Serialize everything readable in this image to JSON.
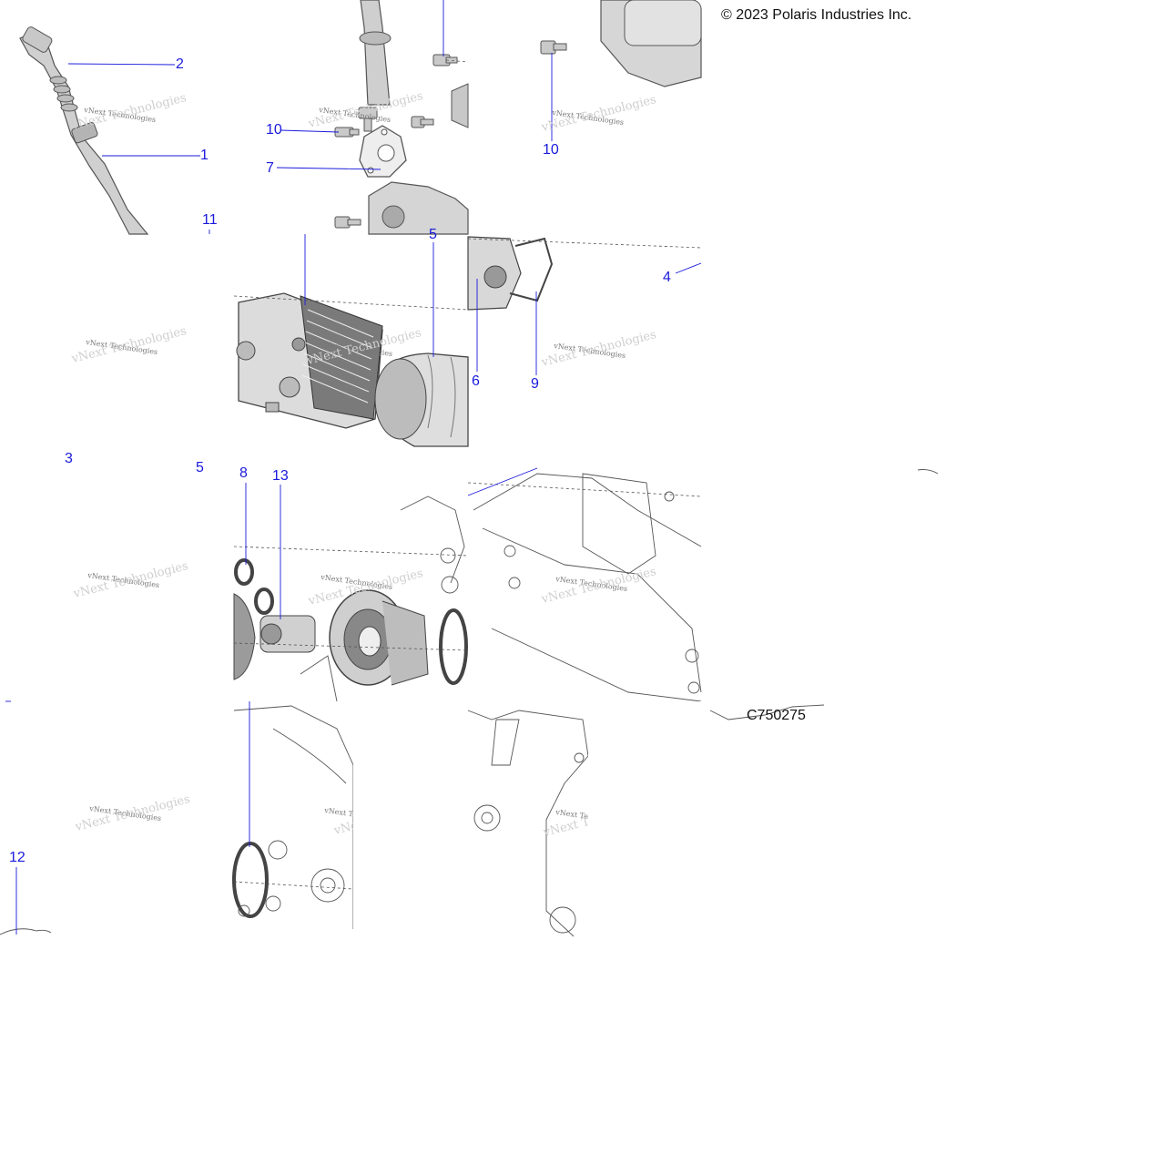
{
  "copyright": "© 2023 Polaris Industries Inc.",
  "figure_code": "C750275",
  "watermark": {
    "line1": "vNext Technologies",
    "line2": "vNext Technologies"
  },
  "callouts": {
    "c1": "1",
    "c2": "2",
    "c3": "3",
    "c4": "4",
    "c5a": "5",
    "c5b": "5",
    "c6": "6",
    "c7": "7",
    "c8": "8",
    "c9": "9",
    "c10a": "10",
    "c10b": "10",
    "c11": "11",
    "c12": "12",
    "c13": "13"
  },
  "colors": {
    "callout": "#1a1adc",
    "line": "#333333",
    "part_fill": "#d9d9d9",
    "part_dark": "#9a9a9a"
  },
  "icons": [
    "oil-hose",
    "oil-cooler",
    "oil-filter",
    "gasket",
    "bolt",
    "o-ring",
    "engine-block"
  ]
}
